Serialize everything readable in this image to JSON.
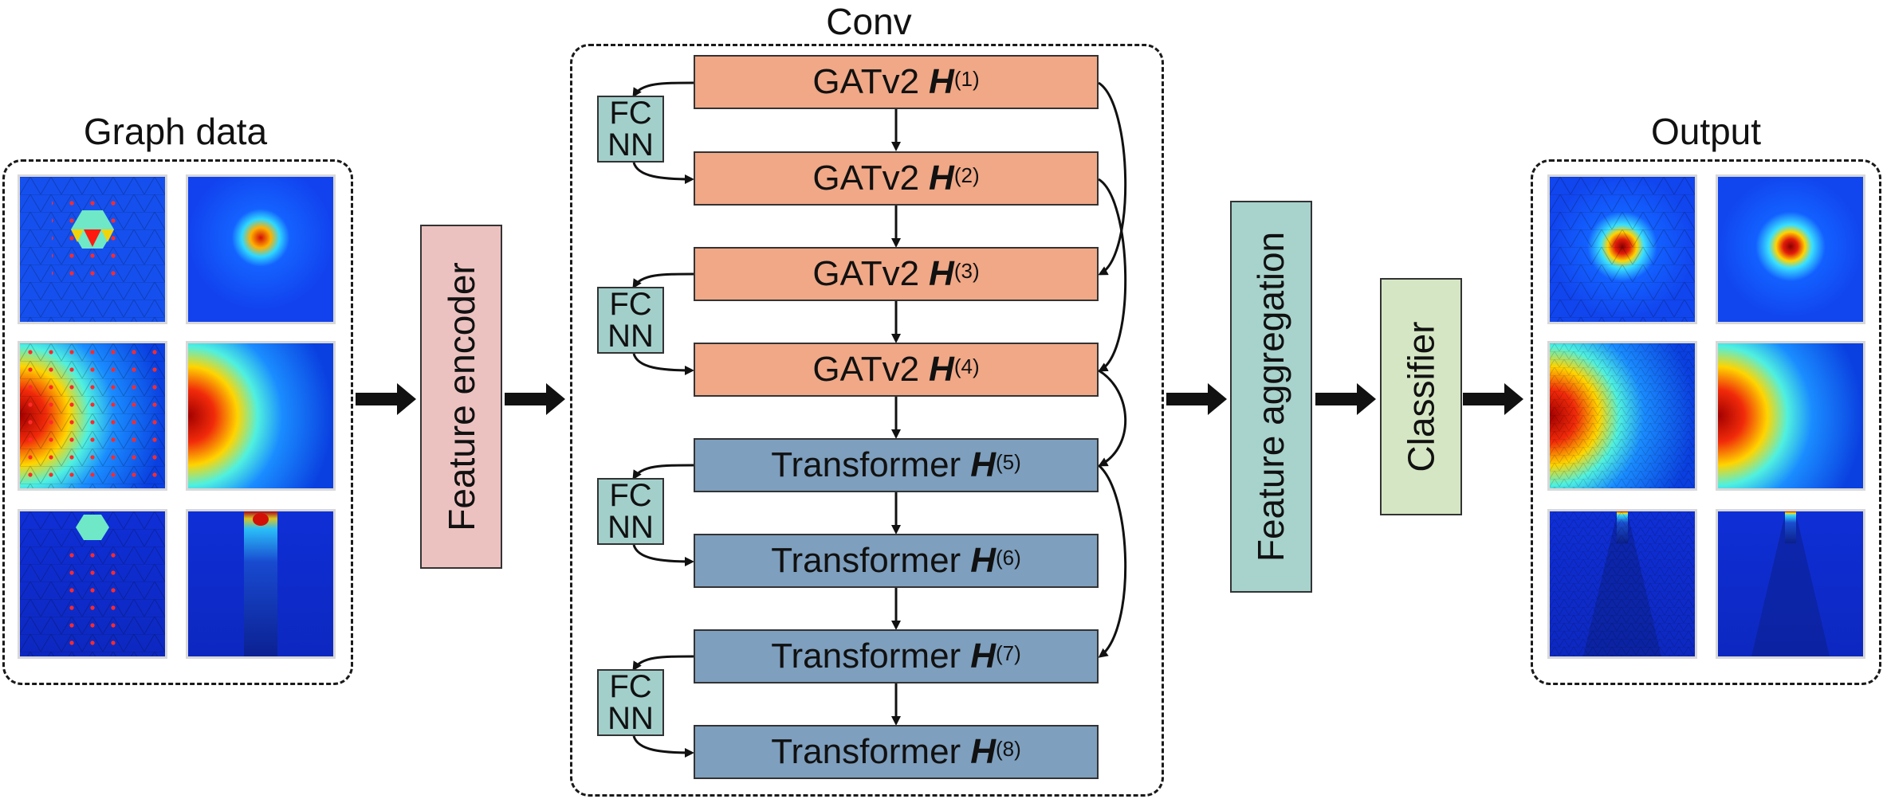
{
  "titles": {
    "graph_data": "Graph data",
    "conv": "Conv",
    "output": "Output"
  },
  "blocks": {
    "feature_encoder": "Feature encoder",
    "feature_aggregation": "Feature aggregation",
    "classifier": "Classifier"
  },
  "fcnn": {
    "line1": "FC",
    "line2": "NN"
  },
  "layers": [
    {
      "type": "GATv2",
      "symbol": "H",
      "index": "(1)"
    },
    {
      "type": "GATv2",
      "symbol": "H",
      "index": "(2)"
    },
    {
      "type": "GATv2",
      "symbol": "H",
      "index": "(3)"
    },
    {
      "type": "GATv2",
      "symbol": "H",
      "index": "(4)"
    },
    {
      "type": "Transformer",
      "symbol": "H",
      "index": "(5)"
    },
    {
      "type": "Transformer",
      "symbol": "H",
      "index": "(6)"
    },
    {
      "type": "Transformer",
      "symbol": "H",
      "index": "(7)"
    },
    {
      "type": "Transformer",
      "symbol": "H",
      "index": "(8)"
    }
  ],
  "colors": {
    "gatv2": "#f0a887",
    "transformer": "#7e9fbe",
    "fcnn": "#a3cfcb",
    "feature_encoder": "#ecc2c1",
    "feature_aggregation": "#a8d2cc",
    "classifier": "#d5e6c4"
  },
  "images": {
    "graph_data": [
      "mesh-blob-small",
      "field-blob-small",
      "mesh-gradient",
      "field-gradient",
      "mesh-beam",
      "field-beam"
    ],
    "output": [
      "mesh-blob",
      "field-blob",
      "mesh-gradient-fine",
      "field-gradient",
      "mesh-beam-fine",
      "field-beam"
    ]
  }
}
